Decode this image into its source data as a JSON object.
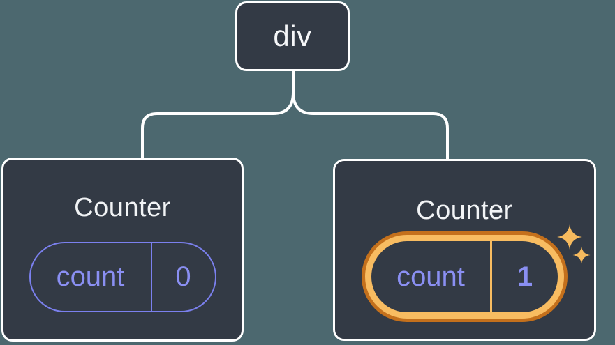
{
  "diagram": {
    "description": "Component tree: a div root element with two Counter children; the second Counter's state was updated",
    "root": {
      "label": "div"
    },
    "children": [
      {
        "title": "Counter",
        "state": {
          "key": "count",
          "value": "0"
        },
        "highlighted": false
      },
      {
        "title": "Counter",
        "state": {
          "key": "count",
          "value": "1"
        },
        "highlighted": true
      }
    ],
    "icons": [
      {
        "name": "sparkle-icon-large",
        "meaning": "state update highlight"
      },
      {
        "name": "sparkle-icon-small",
        "meaning": "state update highlight"
      }
    ],
    "colors": {
      "background": "#4C686F",
      "node_fill": "#333A45",
      "connector_stroke": "#FFFFFF",
      "node_border": "#FFFFFF",
      "title_text": "#F2F4F6",
      "root_label_text": "#F6F7F9",
      "state_purple_text": "#8A8FF2",
      "state_purple_border": "#7B80EE",
      "highlight_orange_dark": "#C4701C",
      "highlight_orange_light": "#F8BC61",
      "sparkle": "#F6BA5E"
    }
  }
}
